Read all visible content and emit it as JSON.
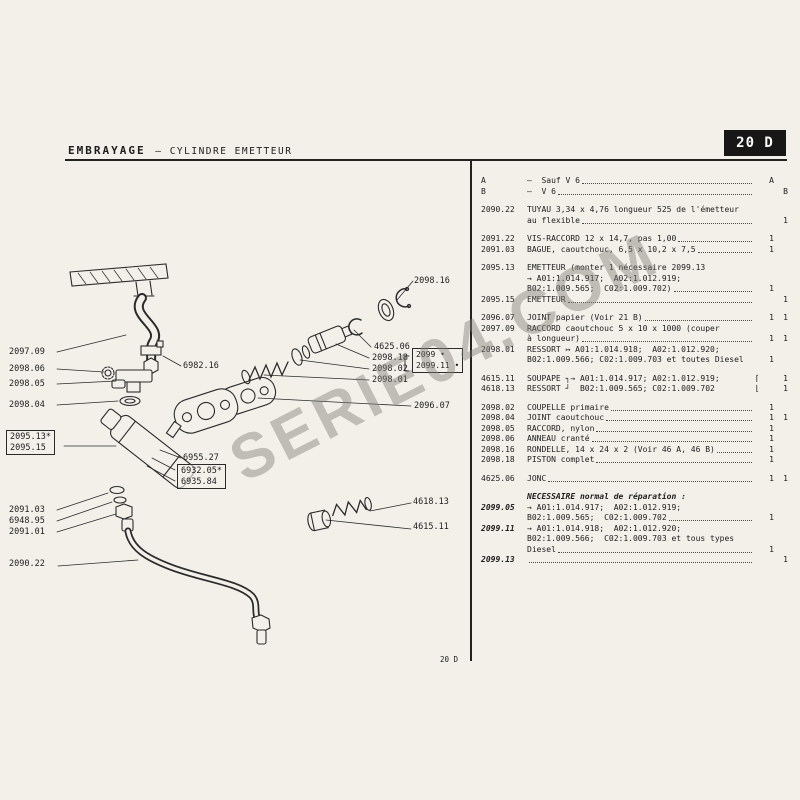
{
  "page": {
    "header_main": "EMBRAYAGE",
    "header_sub": "—  CYLINDRE EMETTEUR",
    "code": "20 D",
    "footer_code": "20 D",
    "watermark": "SERIE04.COM"
  },
  "colors": {
    "page_bg": "#f2f0e9",
    "ink": "#1d1d1d",
    "code_box_bg": "#171717",
    "watermark": "#807e77"
  },
  "diagram": {
    "labels": {
      "w2098_16": "2098.16",
      "w2097_09": "2097.09",
      "w2098_06": "2098.06",
      "w6982_16": "6982.16",
      "w2098_05": "2098.05",
      "w2098_04": "2098.04",
      "w4625_06": "4625.06",
      "w2098_18": "2098.18",
      "w2098_02": "2098.02",
      "w2098_01": "2098.01",
      "kit_a": "2099 •",
      "kit_b": "2099.11 •",
      "w2096_07": "2096.07",
      "w2095_13": "2095.13*",
      "w2095_15": "2095.15",
      "w6955_27": "6955.27",
      "w6932_05": "6932.05*",
      "w6935_84": "6935.84",
      "w2091_03": "2091.03",
      "w6948_95": "6948.95",
      "w2091_01": "2091.01",
      "w4618_13": "4618.13",
      "w4615_11": "4615.11",
      "w2090_22": "2090.22"
    }
  },
  "parts": {
    "rows": [
      {
        "ref": "A",
        "cls": "",
        "lines": [
          "—  Sauf V 6"
        ],
        "dots": true,
        "qa": "A",
        "qb": ""
      },
      {
        "ref": "B",
        "cls": "",
        "lines": [
          "—  V 6"
        ],
        "dots": true,
        "qa": "",
        "qb": "B"
      },
      {
        "ref": "2090.22",
        "cls": "gap",
        "lines": [
          "TUYAU 3,34 x 4,76 longueur 525 de l'émetteur",
          "au flexible"
        ],
        "dots": true,
        "qa": "",
        "qb": "1"
      },
      {
        "ref": "2091.22",
        "cls": "gap",
        "lines": [
          "VIS-RACCORD 12 x 14,7, pas 1,00"
        ],
        "dots": true,
        "qa": "1",
        "qb": ""
      },
      {
        "ref": "2091.03",
        "cls": "",
        "lines": [
          "BAGUE, caoutchouc, 6,5 x 10,2 x 7,5"
        ],
        "dots": true,
        "qa": "1",
        "qb": ""
      },
      {
        "ref": "2095.13",
        "cls": "gap",
        "lines": [
          "EMETTEUR (monter 1 nécessaire 2099.13",
          "→ A01:1.014.917;  A02:1.012.919;",
          "B02:1.009.565;  C02:1.009.702)"
        ],
        "dots": true,
        "qa": "1",
        "qb": ""
      },
      {
        "ref": "2095.15",
        "cls": "",
        "lines": [
          "EMETTEUR"
        ],
        "dots": true,
        "qa": "",
        "qb": "1"
      },
      {
        "ref": "2096.07",
        "cls": "gap",
        "lines": [
          "JOINT papier (Voir 21 B)"
        ],
        "dots": true,
        "qa": "1",
        "qb": "1"
      },
      {
        "ref": "2097.09",
        "cls": "",
        "lines": [
          "RACCORD caoutchouc 5 x 10 x 1000 (couper",
          "à longueur)"
        ],
        "dots": true,
        "qa": "1",
        "qb": "1"
      },
      {
        "ref": "2098.01",
        "cls": "",
        "lines": [
          "RESSORT ↦ A01:1.014.918;  A02:1.012.920;",
          "B02:1.009.566; C02:1.009.703 et toutes Diesel"
        ],
        "dots": false,
        "qa": "1",
        "qb": ""
      },
      {
        "ref": "4615.11",
        "cls": "gap",
        "lines": [
          "SOUPAPE ┐→ A01:1.014.917; A02:1.012.919;"
        ],
        "dots": false,
        "bracket": "⌈",
        "qa": "",
        "qb": "1"
      },
      {
        "ref": "4618.13",
        "cls": "",
        "lines": [
          "RESSORT ┘  B02:1.009.565; C02:1.009.702"
        ],
        "dots": false,
        "bracket": "⌊",
        "qa": "",
        "qb": "1"
      },
      {
        "ref": "2098.02",
        "cls": "gap",
        "lines": [
          "COUPELLE primaire"
        ],
        "dots": true,
        "qa": "1",
        "qb": ""
      },
      {
        "ref": "2098.04",
        "cls": "",
        "lines": [
          "JOINT caoutchouc"
        ],
        "dots": true,
        "qa": "1",
        "qb": "1"
      },
      {
        "ref": "2098.05",
        "cls": "",
        "lines": [
          "RACCORD, nylon"
        ],
        "dots": true,
        "qa": "1",
        "qb": ""
      },
      {
        "ref": "2098.06",
        "cls": "",
        "lines": [
          "ANNEAU cranté"
        ],
        "dots": true,
        "qa": "1",
        "qb": ""
      },
      {
        "ref": "2098.16",
        "cls": "",
        "lines": [
          "RONDELLE, 14 x 24 x 2 (Voir 46 A, 46 B)"
        ],
        "dots": true,
        "qa": "1",
        "qb": ""
      },
      {
        "ref": "2098.18",
        "cls": "",
        "lines": [
          "PISTON complet"
        ],
        "dots": true,
        "qa": "1",
        "qb": ""
      },
      {
        "ref": "4625.06",
        "cls": "gap",
        "lines": [
          "JONC"
        ],
        "dots": true,
        "qa": "1",
        "qb": "1"
      },
      {
        "ref": "",
        "cls": "gap nec",
        "lines": [
          "NECESSAIRE normal de réparation :"
        ],
        "dots": false,
        "qa": "",
        "qb": ""
      },
      {
        "ref": "2099.05",
        "cls": "kit",
        "lines": [
          "→ A01:1.014.917;  A02:1.012.919;",
          "B02:1.009.565;  C02:1.009.702"
        ],
        "dots": true,
        "qa": "1",
        "qb": ""
      },
      {
        "ref": "2099.11",
        "cls": "kit",
        "lines": [
          "→ A01:1.014.918;  A02:1.012.920;",
          "B02:1.009.566;  C02:1.009.703 et tous types",
          "Diesel"
        ],
        "dots": true,
        "qa": "1",
        "qb": ""
      },
      {
        "ref": "2099.13",
        "cls": "kit",
        "lines": [
          ""
        ],
        "dots": true,
        "qa": "",
        "qb": "1"
      }
    ]
  }
}
